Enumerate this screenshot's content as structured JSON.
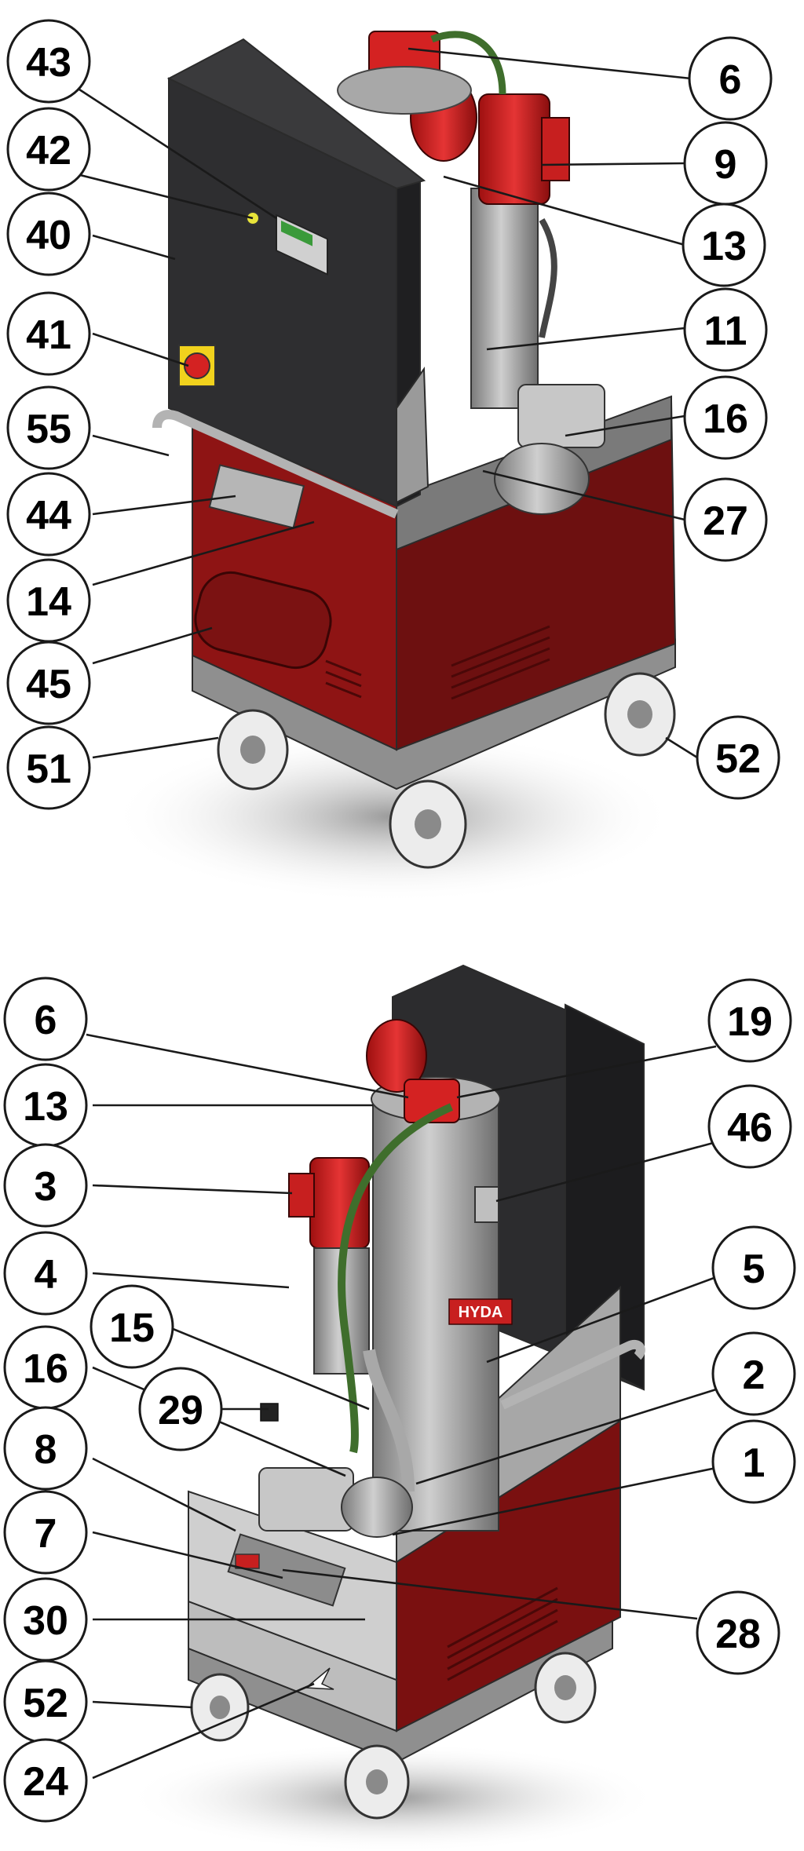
{
  "colors": {
    "cabinet": "#2e2e30",
    "cabinet_dark": "#1f1f21",
    "frame_red": "#8e1414",
    "frame_red_dark": "#5d0c0c",
    "motor_red": "#d42222",
    "steel": "#9c9c9c",
    "steel_dark": "#6a6a6a",
    "hose_green": "#3f6e2c",
    "shadow": "#d8d8d8"
  },
  "top_view": {
    "callouts": [
      "43",
      "42",
      "40",
      "41",
      "55",
      "44",
      "14",
      "45",
      "51",
      "6",
      "9",
      "13",
      "11",
      "16",
      "27",
      "52"
    ]
  },
  "bottom_view": {
    "callouts": [
      "6",
      "13",
      "3",
      "4",
      "15",
      "16",
      "29",
      "8",
      "7",
      "30",
      "52",
      "24",
      "19",
      "46",
      "5",
      "2",
      "1",
      "28"
    ],
    "brand_label": "HYDA"
  }
}
